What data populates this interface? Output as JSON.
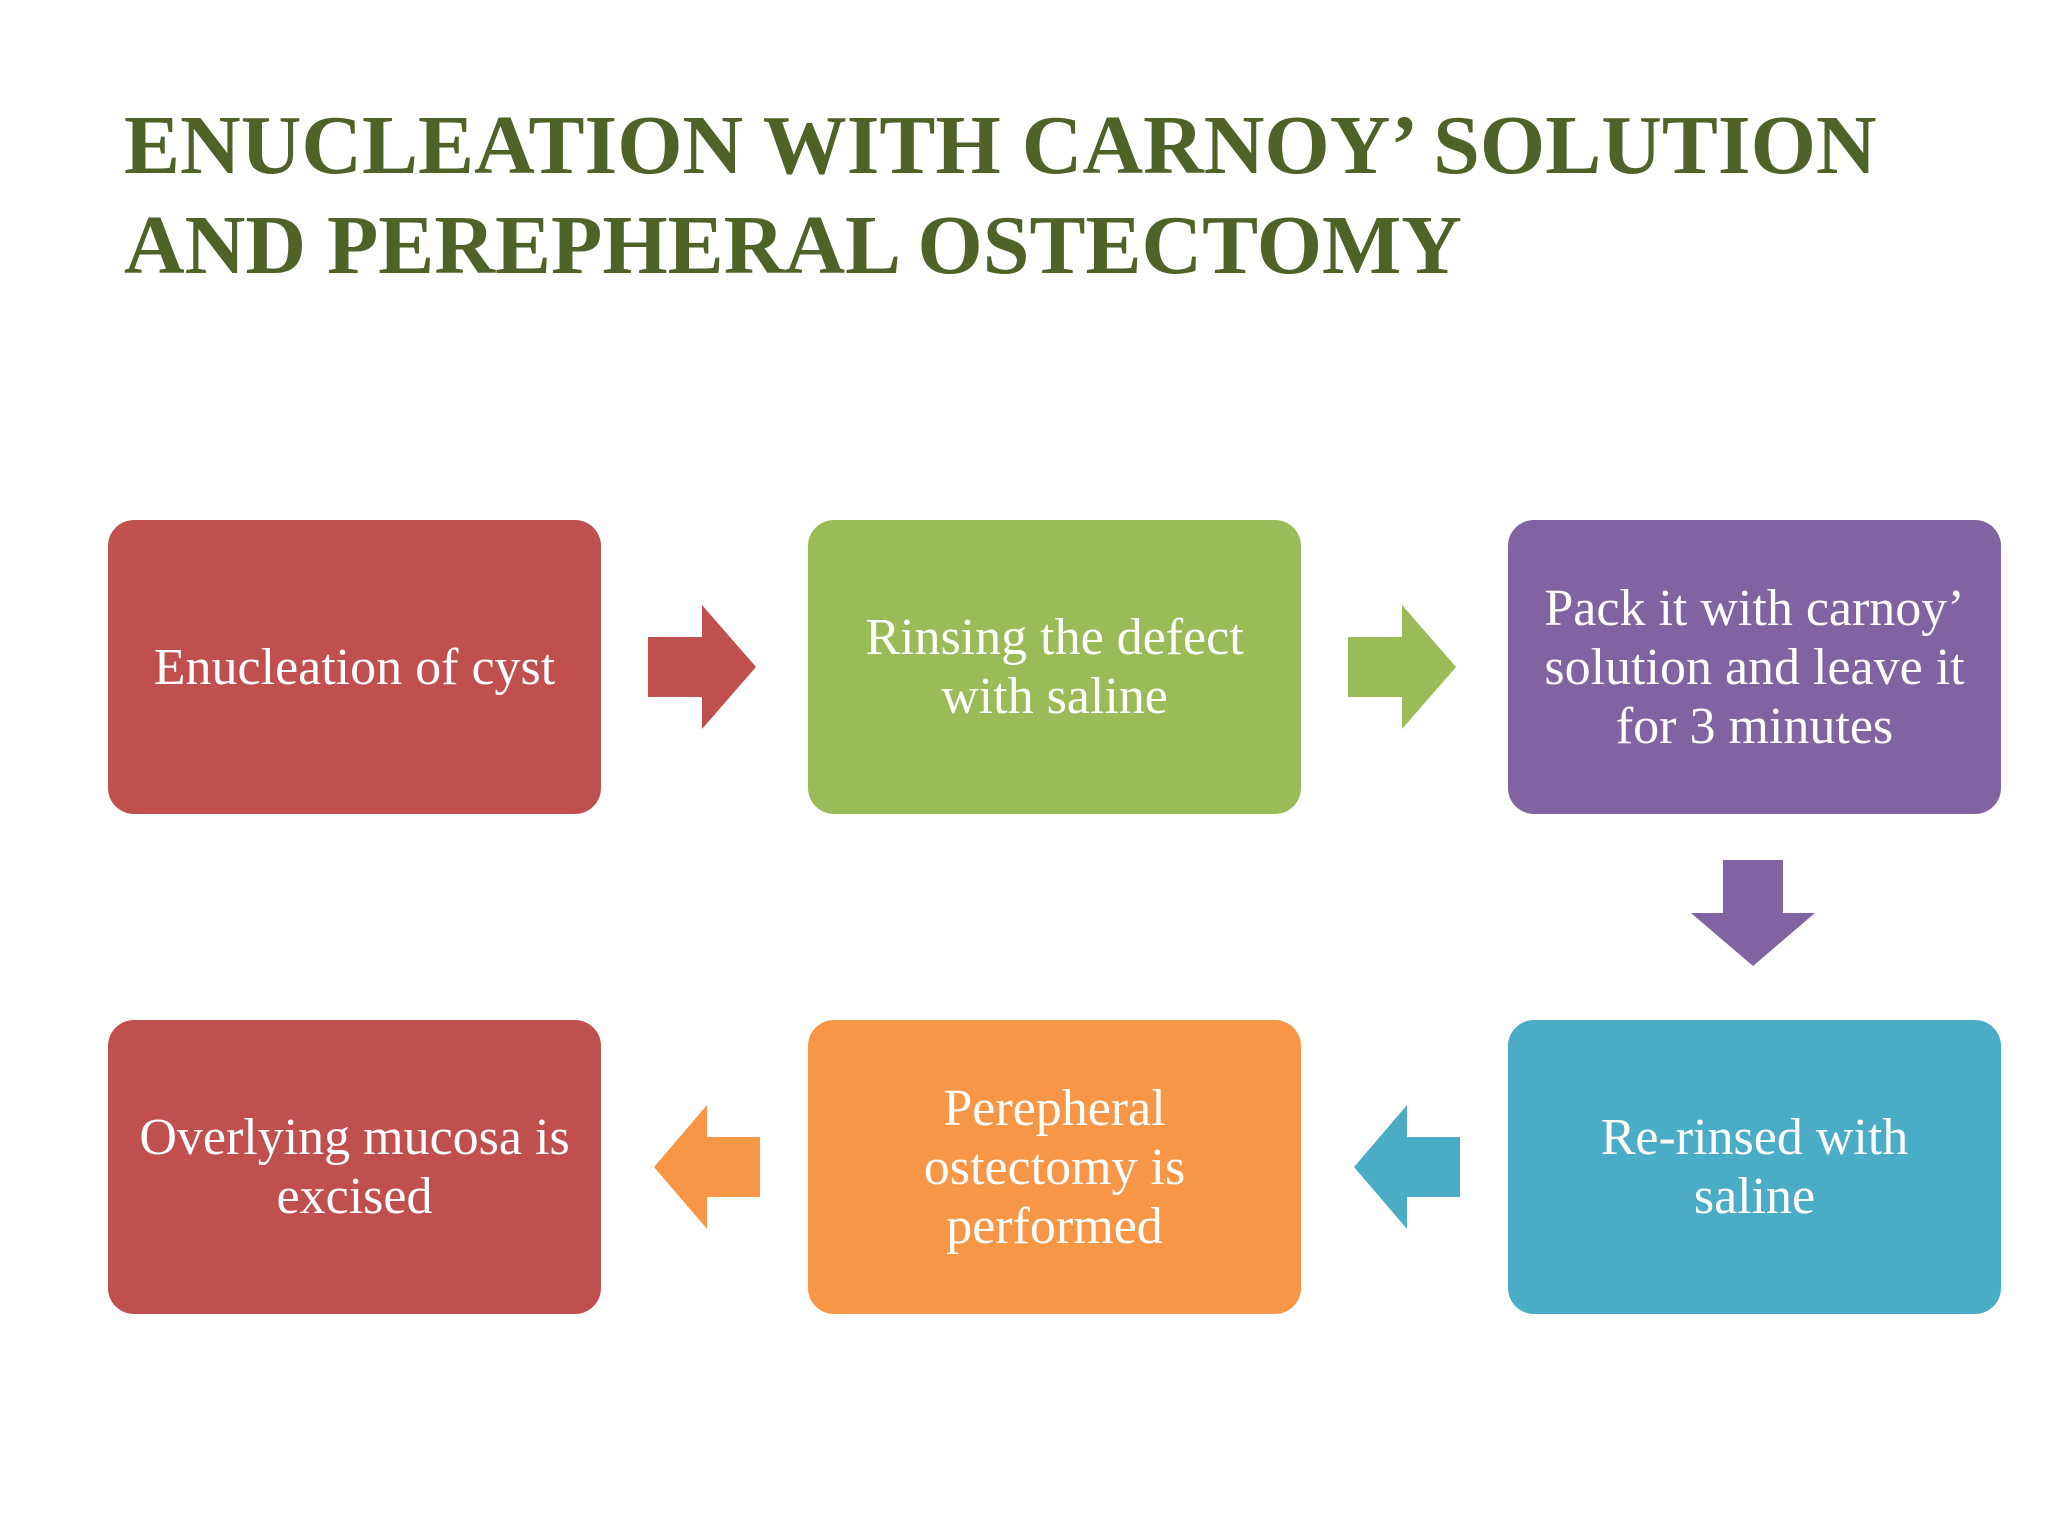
{
  "title": {
    "line1": "ENUCLEATION WITH CARNOY’ SOLUTION",
    "line2": "AND PEREPHERAL OSTECTOMY"
  },
  "steps": [
    {
      "label": "Enucleation of cyst",
      "color": "#c0504d"
    },
    {
      "label": "Rinsing the defect with saline",
      "color": "#9bbb59"
    },
    {
      "label": "Pack it  with carnoy’ solution and leave it for 3 minutes",
      "color": "#8064a2"
    },
    {
      "label": "Re-rinsed with saline",
      "color": "#4bacc6"
    },
    {
      "label": "Perepheral ostectomy is performed",
      "color": "#f79646"
    },
    {
      "label": "Overlying mucosa is excised",
      "color": "#c0504d"
    }
  ],
  "arrows": [
    {
      "direction": "right",
      "color": "#c0504d"
    },
    {
      "direction": "right",
      "color": "#9bbb59"
    },
    {
      "direction": "down",
      "color": "#8064a2"
    },
    {
      "direction": "left",
      "color": "#4bacc6"
    },
    {
      "direction": "left",
      "color": "#f79646"
    }
  ],
  "colors": {
    "title": "#4f6228",
    "background": "#ffffff"
  }
}
